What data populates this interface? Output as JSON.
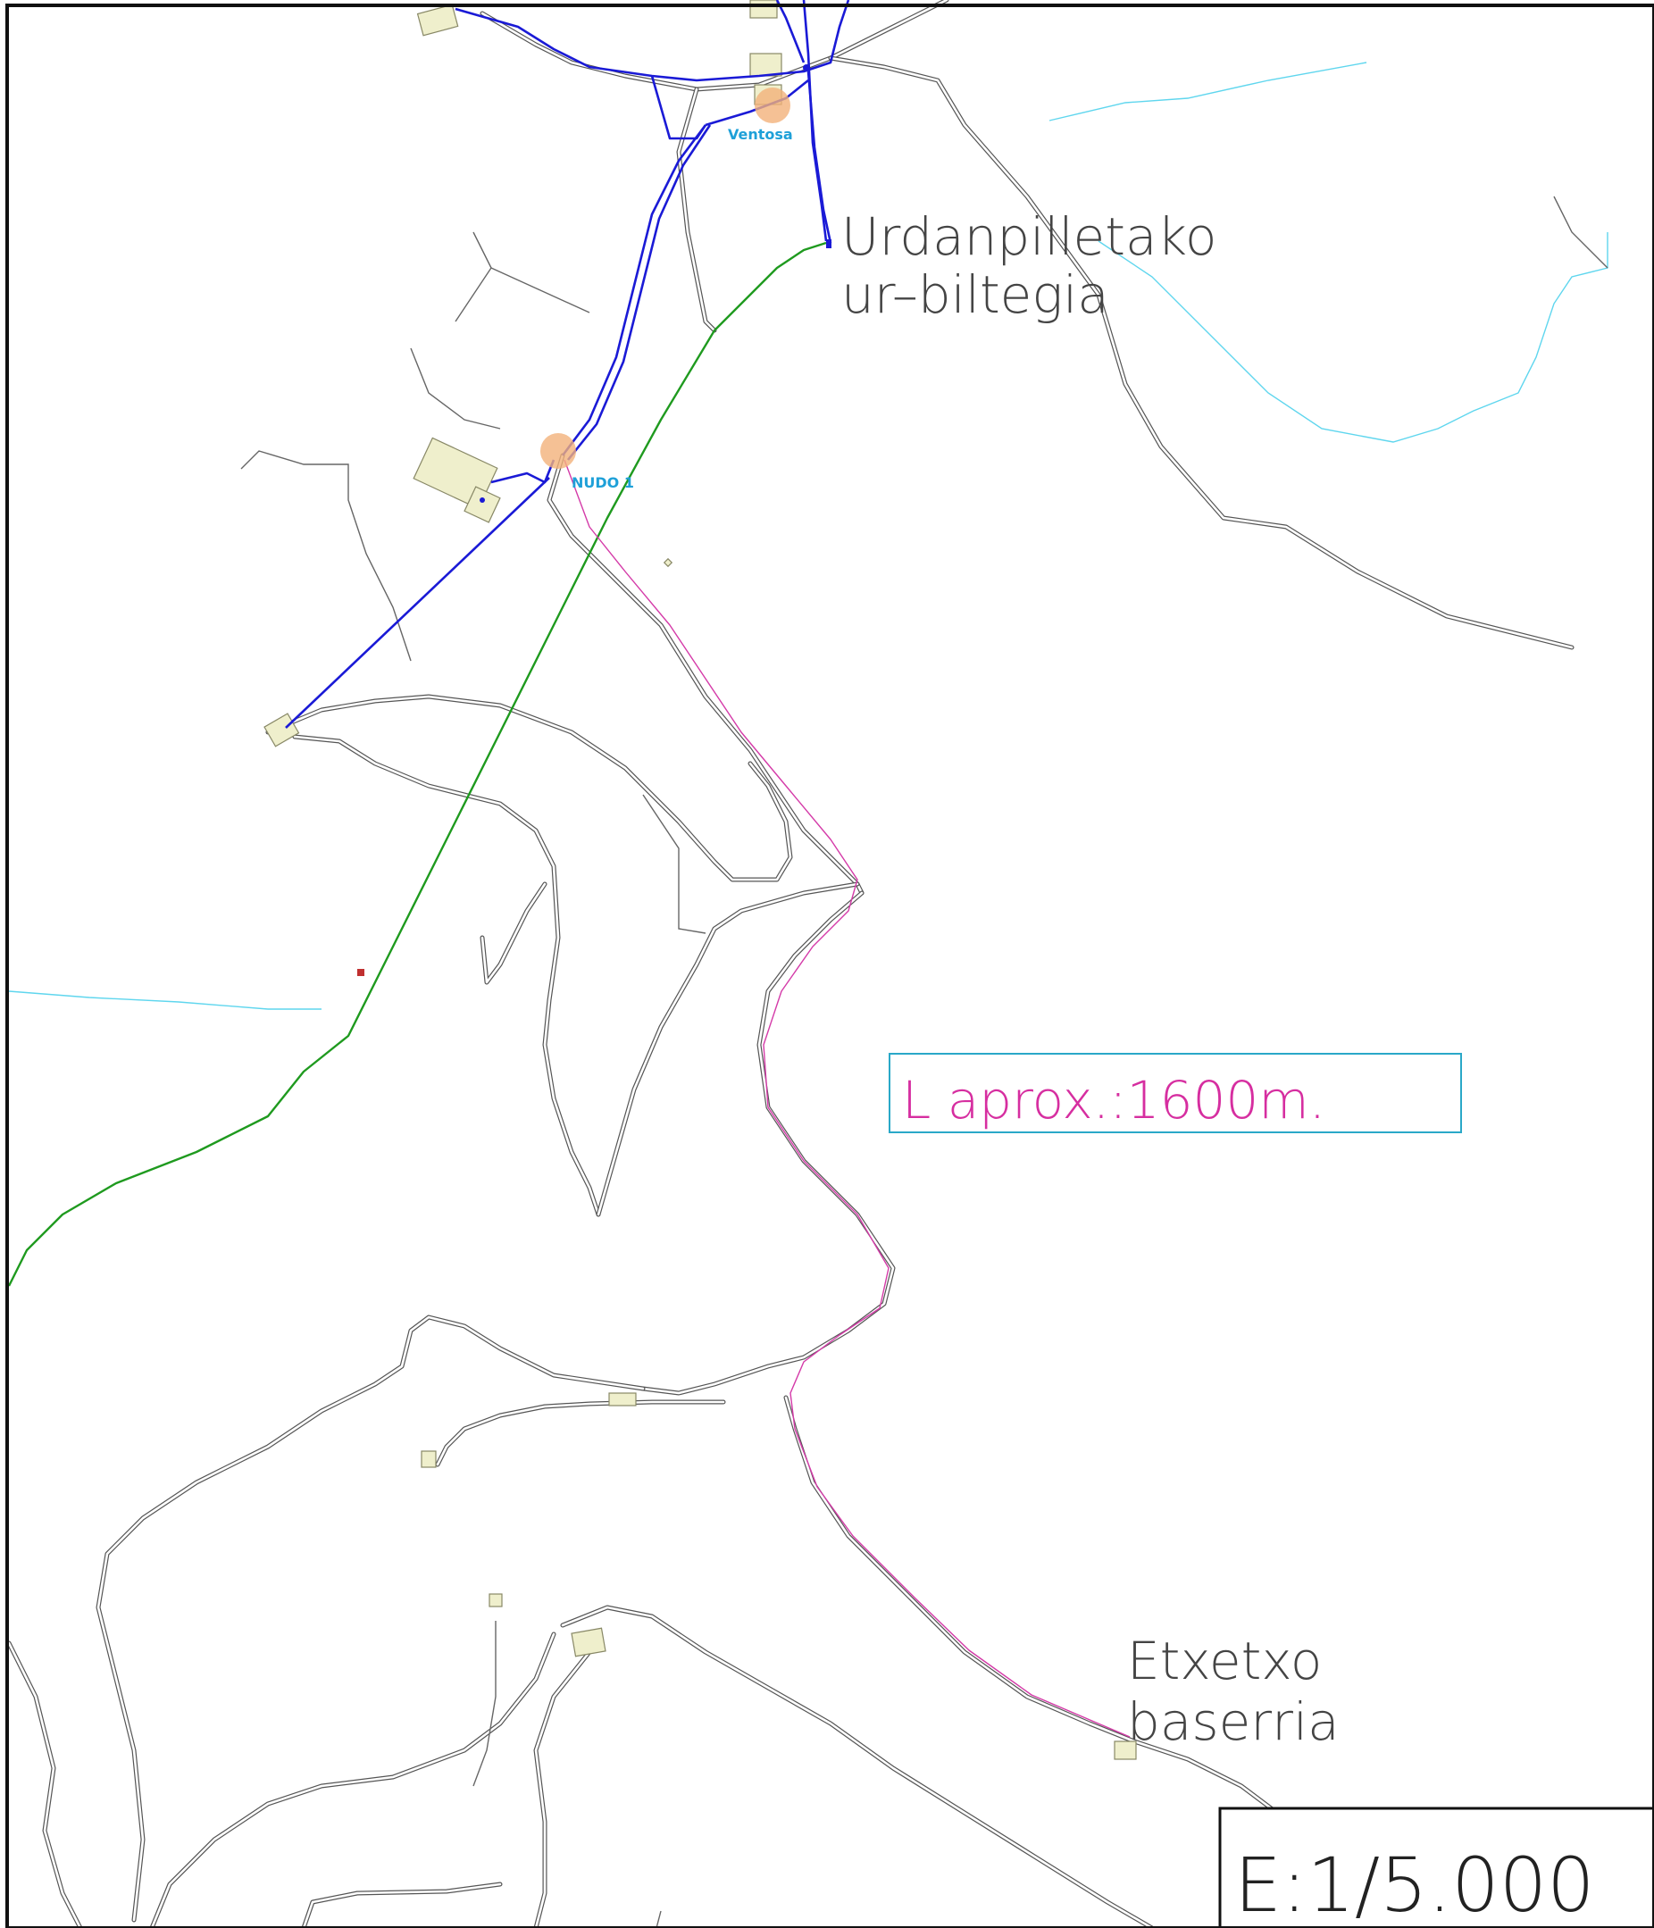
{
  "map": {
    "labels": {
      "reservoir_line1": "Urdanpilletako",
      "reservoir_line2": "ur–biltegia",
      "farmhouse_line1": "Etxetxo",
      "farmhouse_line2": "baserria",
      "length": "L aprox.:1600m.",
      "scale": "E:1/5.000",
      "node_vent": "Ventosa",
      "node_1": "NUDO 1"
    },
    "colors": {
      "frame": "#111111",
      "road": "#555555",
      "pipe_blue": "#1a1ad6",
      "pipe_green": "#1f9a1f",
      "pipe_pink": "#d43aa8",
      "stream": "#5fd6ee",
      "node_label": "#1ea0d8",
      "node_marker": "#f3b27a",
      "length_text": "#d62ea0",
      "length_box": "#2aa8c8",
      "building": "#efefcc"
    }
  }
}
